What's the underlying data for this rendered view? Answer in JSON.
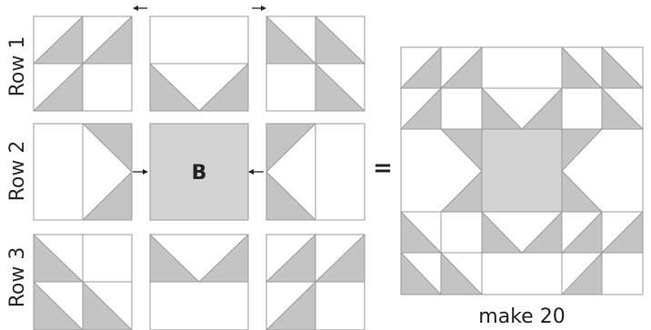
{
  "colors": {
    "shade": "#c4c4c4",
    "center": "#d3d3d3",
    "outline": "#9a9a9a"
  },
  "rows": [
    "Row 1",
    "Row 2",
    "Row 3"
  ],
  "center_label": "B",
  "equals": "=",
  "caption": "make 20"
}
